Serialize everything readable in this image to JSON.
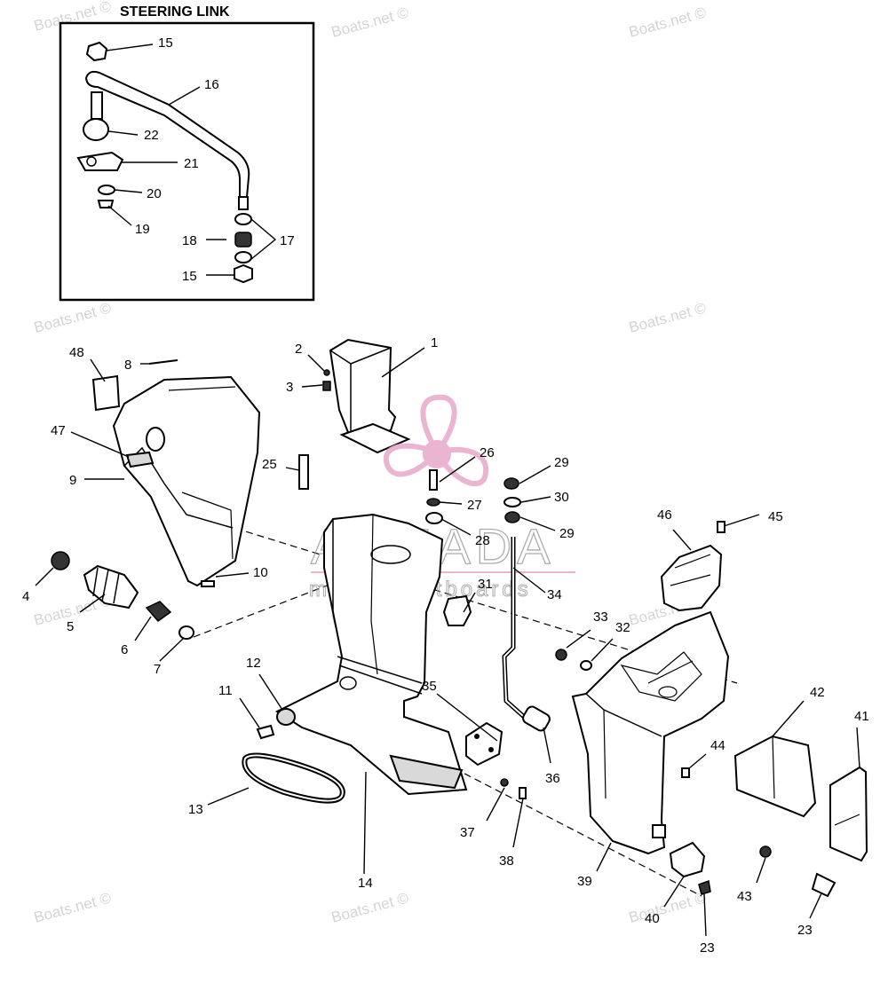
{
  "diagram": {
    "inset_title": "STEERING LINK",
    "watermark_text": "Boats.net ©",
    "logo": {
      "brand": "ARMADA",
      "tagline": "marine outboards",
      "color": "#e8a7c8"
    },
    "callouts": {
      "c1": "1",
      "c2": "2",
      "c3": "3",
      "c4": "4",
      "c5": "5",
      "c6": "6",
      "c7": "7",
      "c8": "8",
      "c9": "9",
      "c10": "10",
      "c11": "11",
      "c12": "12",
      "c13": "13",
      "c14": "14",
      "c15a": "15",
      "c15b": "15",
      "c16": "16",
      "c17": "17",
      "c18": "18",
      "c19": "19",
      "c20": "20",
      "c21": "21",
      "c22": "22",
      "c23a": "23",
      "c23b": "23",
      "c25": "25",
      "c26": "26",
      "c27": "27",
      "c28": "28",
      "c29a": "29",
      "c29b": "29",
      "c30": "30",
      "c31": "31",
      "c32": "32",
      "c33": "33",
      "c34": "34",
      "c35": "35",
      "c36": "36",
      "c37": "37",
      "c38": "38",
      "c39": "39",
      "c40": "40",
      "c41": "41",
      "c42": "42",
      "c43": "43",
      "c44": "44",
      "c45": "45",
      "c46": "46",
      "c47": "47",
      "c48": "48"
    }
  }
}
